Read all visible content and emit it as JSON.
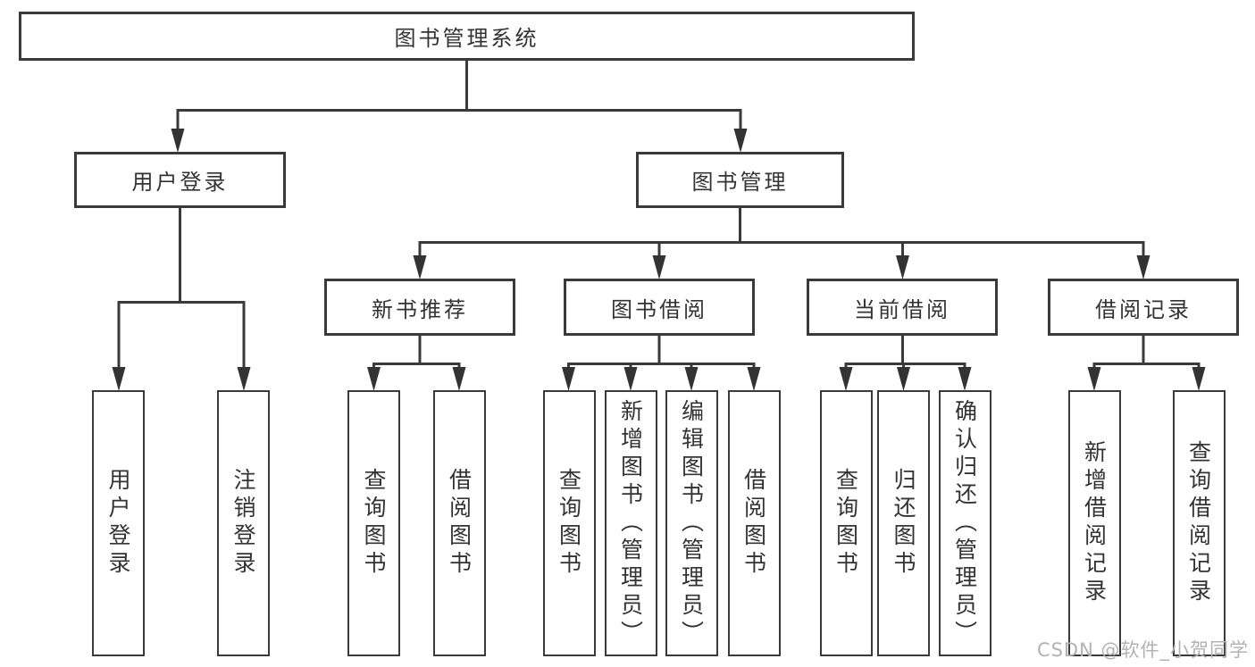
{
  "diagram": {
    "title": "图书管理系统",
    "type": "hierarchy-tree"
  },
  "nodes": {
    "root": "图书管理系统",
    "user_login": "用户登录",
    "book_mgmt": "图书管理",
    "new_books": "新书推荐",
    "book_borrow": "图书借阅",
    "current_borrow": "当前借阅",
    "borrow_records": "借阅记录"
  },
  "leaves": {
    "user_login": [
      "用户登录",
      "注销登录"
    ],
    "new_books": [
      "查询图书",
      "借阅图书"
    ],
    "book_borrow": [
      "查询图书",
      "新增图书（管理员）",
      "编辑图书（管理员）",
      "借阅图书"
    ],
    "current_borrow": [
      "查询图书",
      "归还图书",
      "确认归还（管理员）"
    ],
    "borrow_records": [
      "新增借阅记录",
      "查询借阅记录"
    ]
  },
  "watermark": "CSDN @软件_小贺同学",
  "colors": {
    "line": "#3a3a3a",
    "text": "#333333",
    "box_background": "#ffffff",
    "page_background": "#ffffff",
    "watermark": "#b2b2b2"
  }
}
